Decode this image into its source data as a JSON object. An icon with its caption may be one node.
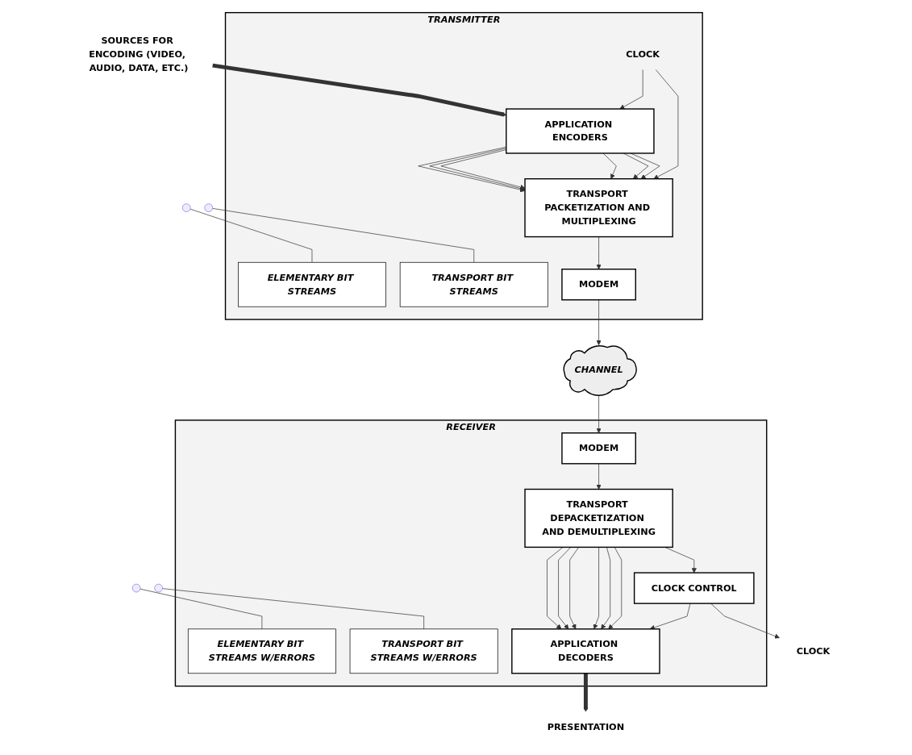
{
  "diagram": {
    "nodes": [
      {
        "text": [
          "TRANSMITTER"
        ]
      },
      {
        "text": [
          "ELEMENTARY BIT STREAMS"
        ],
        "in": 0
      },
      {
        "text": [
          "TRANSPORT BIT STREAMS"
        ],
        "in": 0
      },
      {
        "text": [
          "APPLICATION ENCODERS"
        ],
        "in": 0
      },
      {
        "text": [
          "TRANSPORT PACKETIZATION AND MULTIPLEXING"
        ],
        "in": 0
      },
      {
        "text": [
          "MODEM"
        ],
        "in": 0
      },
      {
        "text": [
          "CLOCK"
        ],
        "in": 0
      },
      {
        "text": [
          "SOURCES FOR ENCODING (VIDEO, AUDIO, DATA, ETC.)"
        ]
      },
      {
        "text": [
          "CHANNEL"
        ]
      },
      {
        "text": [
          "RECEIVER"
        ]
      },
      {
        "text": [
          "ELEMENTARY BIT STREAMS W/ERRORS"
        ],
        "in": 9
      },
      {
        "text": [
          "TRANSPORT BIT STREAMS W/ERRORS"
        ],
        "in": 9
      },
      {
        "text": [
          "APPLICATION DECODERS"
        ],
        "in": 9
      },
      {
        "text": [
          "TRANSPORT DEPACKETIZATION AND DEMULTIPLEXING"
        ],
        "in": 9
      },
      {
        "text": [
          "MODEM"
        ],
        "in": 9
      },
      {
        "text": [
          "CLOCK CONTROL"
        ],
        "in": 9
      },
      {
        "text": [
          "PRESENTATION"
        ]
      },
      {
        "text": [
          "CLOCK"
        ]
      }
    ],
    "edges": [
      {
        "from": 7,
        "to": 3,
        "arrow": "to",
        "style": "thick"
      },
      {
        "from": 3,
        "to": 4,
        "arrow": "to"
      },
      {
        "from": 3,
        "to": 4,
        "arrow": "to"
      },
      {
        "from": 3,
        "to": 4,
        "arrow": "to"
      },
      {
        "from": 3,
        "to": 4,
        "arrow": "to"
      },
      {
        "from": 3,
        "to": 4,
        "arrow": "to"
      },
      {
        "from": 3,
        "to": 4,
        "arrow": "to"
      },
      {
        "from": 1,
        "to": null,
        "arrow": "none"
      },
      {
        "from": 4,
        "to": 5,
        "arrow": "to"
      },
      {
        "from": 2,
        "to": null,
        "arrow": "none"
      },
      {
        "from": 6,
        "to": 3,
        "arrow": "to"
      },
      {
        "from": 6,
        "to": 4,
        "arrow": "to"
      },
      {
        "from": 5,
        "to": 8,
        "arrow": "to"
      },
      {
        "from": 8,
        "to": 14,
        "arrow": "to"
      },
      {
        "from": 14,
        "to": 13,
        "arrow": "to"
      },
      {
        "from": 11,
        "to": null,
        "arrow": "none"
      },
      {
        "from": 13,
        "to": 12,
        "arrow": "to"
      },
      {
        "from": 13,
        "to": 12,
        "arrow": "to"
      },
      {
        "from": 13,
        "to": 12,
        "arrow": "to"
      },
      {
        "from": 13,
        "to": 12,
        "arrow": "to"
      },
      {
        "from": 13,
        "to": 12,
        "arrow": "to"
      },
      {
        "from": 13,
        "to": 12,
        "arrow": "to"
      },
      {
        "from": 10,
        "to": null,
        "arrow": "none"
      },
      {
        "from": 13,
        "to": 15,
        "arrow": "to"
      },
      {
        "from": 15,
        "to": 12,
        "arrow": "to"
      },
      {
        "from": 15,
        "to": 17,
        "arrow": "to"
      },
      {
        "from": 12,
        "to": 16,
        "arrow": "to",
        "style": "thick"
      }
    ]
  }
}
